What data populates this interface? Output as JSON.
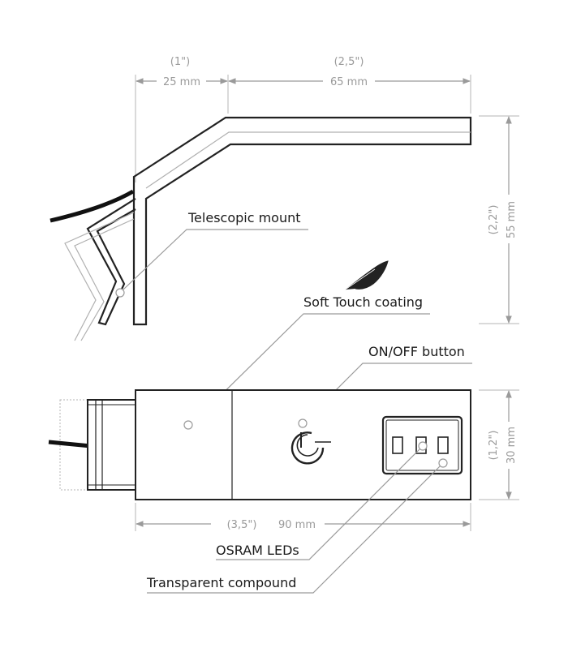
{
  "dimensions": {
    "top_left": {
      "inch": "(1\")",
      "mm": "25 mm"
    },
    "top_right": {
      "inch": "(2,5\")",
      "mm": "65 mm"
    },
    "right_upper": {
      "inch": "(2,2\")",
      "mm": "55 mm"
    },
    "right_lower": {
      "inch": "(1,2\")",
      "mm": "30 mm"
    },
    "bottom": {
      "inch": "(3,5\")",
      "mm": "90 mm"
    }
  },
  "callouts": {
    "telescopic_mount": "Telescopic mount",
    "soft_touch": "Soft Touch coating",
    "onoff_button": "ON/OFF button",
    "osram_leds": "OSRAM LEDs",
    "transparent_compound": "Transparent compound"
  },
  "icons": {
    "feather": "feather-icon",
    "power": "power-icon"
  }
}
